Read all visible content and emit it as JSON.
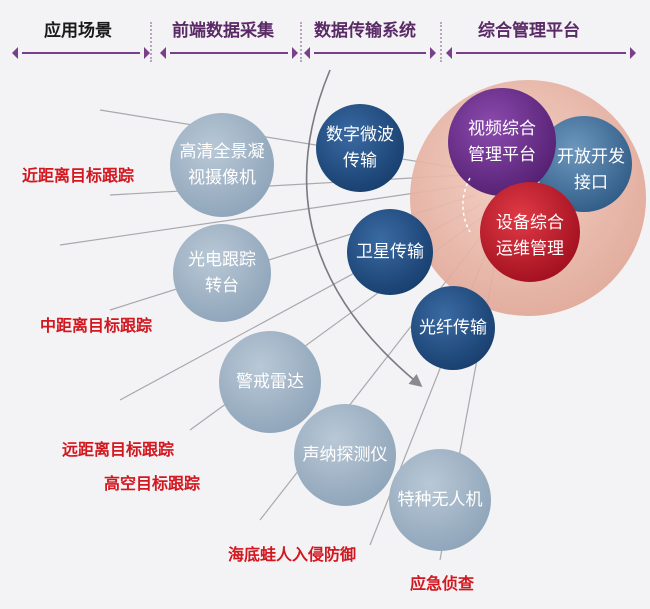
{
  "header": {
    "sections": [
      "应用场景",
      "前端数据采集",
      "数据传输系统",
      "综合管理平台"
    ]
  },
  "applications": [
    "近距离目标跟踪",
    "中距离目标跟踪",
    "远距离目标跟踪",
    "高空目标跟踪",
    "海底蛙人入侵防御",
    "应急侦查"
  ],
  "frontend_devices": [
    "高清全景凝\n视摄像机",
    "光电跟踪\n转台",
    "警戒雷达",
    "声纳探测仪",
    "特种无人机"
  ],
  "transmission": [
    "数字微波\n传输",
    "卫星传输",
    "光纤传输"
  ],
  "platform": [
    "视频综合\n管理平台",
    "开放开发\n接口",
    "设备综合\n运维管理"
  ],
  "colors": {
    "device_circle": "#9aaec2",
    "transmission_circle": "#1f4f86",
    "platform_halo": "#e9b6a6",
    "video_platform": "#6c2b8e",
    "open_interface": "#3f6f9a",
    "device_maintenance": "#c0182a",
    "app_text": "#d3171f",
    "header_text": "#5a2a66"
  }
}
